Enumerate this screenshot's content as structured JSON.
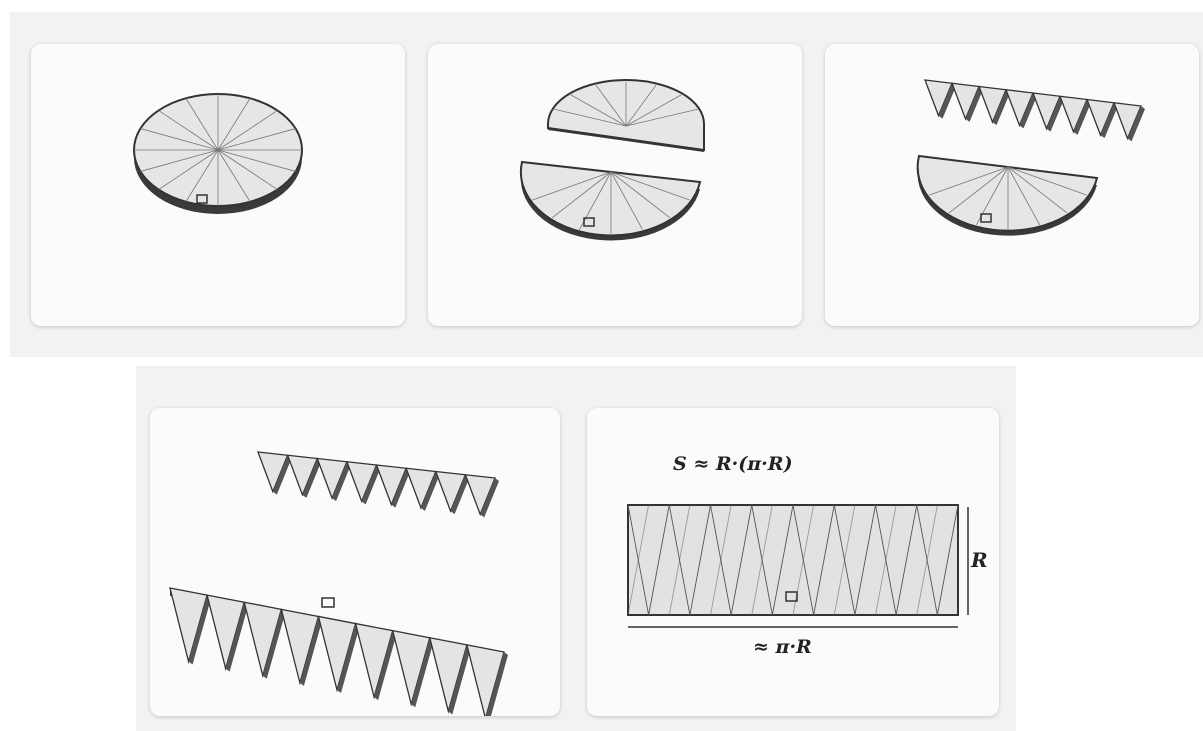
{
  "figure": {
    "steps": [
      {
        "id": 1,
        "description": "full circle divided into sectors"
      },
      {
        "id": 2,
        "description": "circle split into two halves"
      },
      {
        "id": 3,
        "description": "upper half unrolled into triangle strip"
      },
      {
        "id": 4,
        "description": "both halves unrolled into triangle strips"
      },
      {
        "id": 5,
        "description": "strips combined into near-rectangle"
      }
    ],
    "sectors": 16,
    "labels": {
      "area_formula": "S ≈ R·(π·R)",
      "height": "R",
      "width": "≈ π·R"
    },
    "colors": {
      "background_band": "#f2f2f2",
      "card": "#fbfbfb",
      "sector_fill": "#e4e4e4",
      "edge": "#333333"
    }
  }
}
